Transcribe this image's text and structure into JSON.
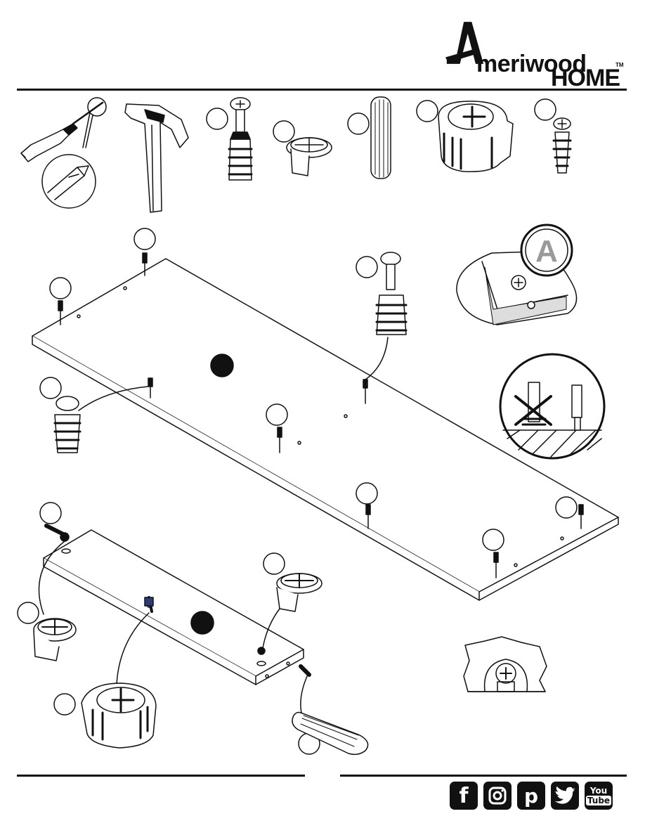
{
  "brand": {
    "name": "meriwood",
    "home": "HOME",
    "tm": "TM"
  },
  "social": [
    {
      "name": "facebook-icon",
      "glyph": "f"
    },
    {
      "name": "instagram-icon",
      "glyph": ""
    },
    {
      "name": "pinterest-icon",
      "glyph": "p"
    },
    {
      "name": "twitter-icon",
      "glyph": ""
    },
    {
      "name": "youtube-icon",
      "top": "You",
      "bottom": "Tube"
    }
  ],
  "detail_label": "A",
  "colors": {
    "ink": "#111111",
    "paper": "#ffffff",
    "gray": "#9a9a9a"
  }
}
